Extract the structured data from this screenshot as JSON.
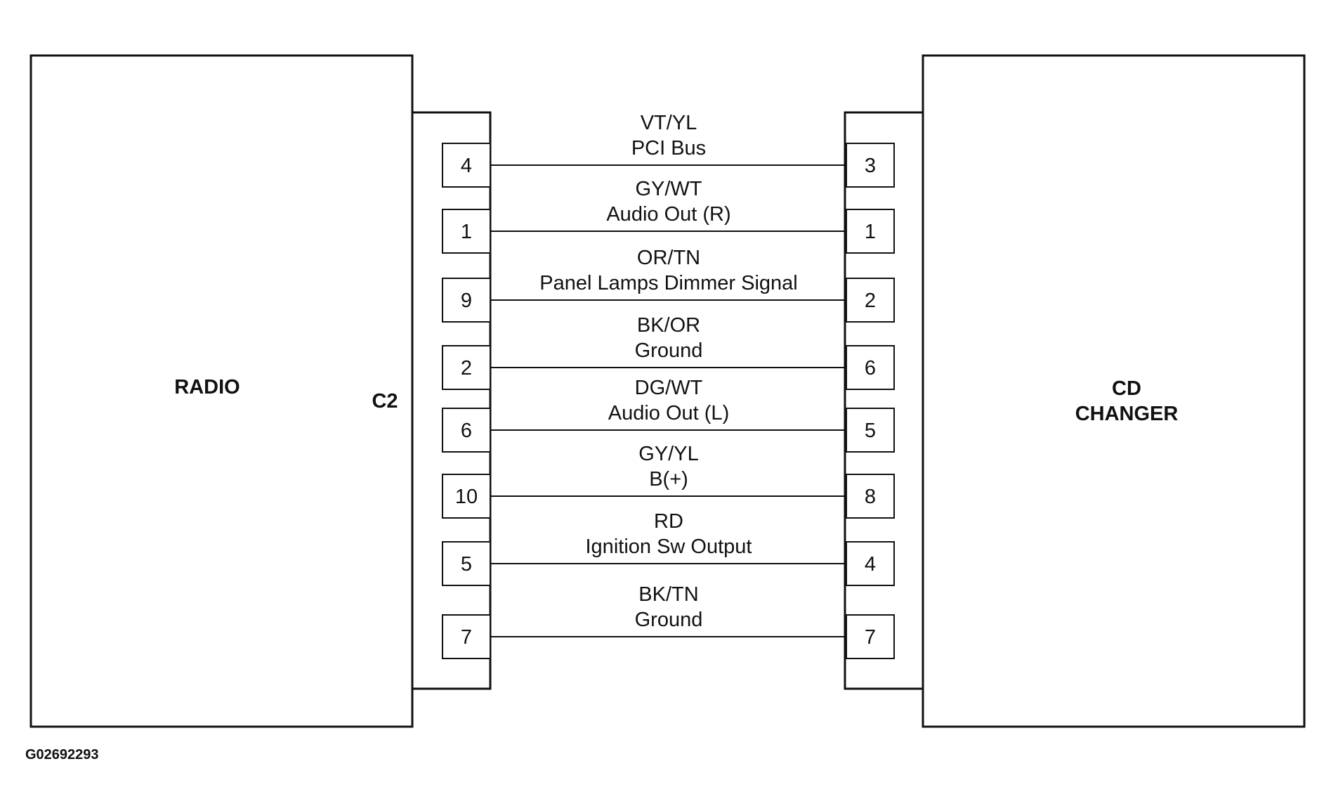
{
  "radio": {
    "label": "RADIO",
    "connector": "C2"
  },
  "cd_changer": {
    "label_line1": "CD",
    "label_line2": "CHANGER"
  },
  "figure_id": "G02692293",
  "wires": [
    {
      "color": "VT/YL",
      "function": "PCI Bus",
      "radio_pin": "4",
      "changer_pin": "3"
    },
    {
      "color": "GY/WT",
      "function": "Audio Out (R)",
      "radio_pin": "1",
      "changer_pin": "1"
    },
    {
      "color": "OR/TN",
      "function": "Panel Lamps Dimmer Signal",
      "radio_pin": "9",
      "changer_pin": "2"
    },
    {
      "color": "BK/OR",
      "function": "Ground",
      "radio_pin": "2",
      "changer_pin": "6"
    },
    {
      "color": "DG/WT",
      "function": "Audio Out (L)",
      "radio_pin": "6",
      "changer_pin": "5"
    },
    {
      "color": "GY/YL",
      "function": "B(+)",
      "radio_pin": "10",
      "changer_pin": "8"
    },
    {
      "color": "RD",
      "function": "Ignition Sw Output",
      "radio_pin": "5",
      "changer_pin": "4"
    },
    {
      "color": "BK/TN",
      "function": "Ground",
      "radio_pin": "7",
      "changer_pin": "7"
    }
  ]
}
